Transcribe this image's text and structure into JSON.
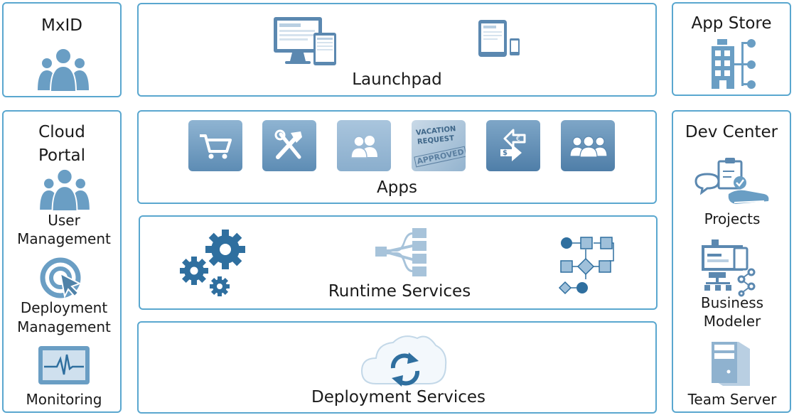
{
  "mxid": {
    "title": "MxID",
    "icon": "users-icon"
  },
  "launchpad": {
    "title": "Launchpad",
    "icons": [
      "desktop-devices-icon",
      "tablet-phone-icon"
    ]
  },
  "app_store": {
    "title": "App Store",
    "icon": "app-store-building-icon"
  },
  "cloud_portal": {
    "title_line1": "Cloud",
    "title_line2": "Portal",
    "items": [
      {
        "line1": "User",
        "line2": "Management",
        "icon": "users-icon"
      },
      {
        "line1": "Deployment",
        "line2": "Management",
        "icon": "target-cursor-icon"
      },
      {
        "line1": "Monitoring",
        "line2": "",
        "icon": "monitor-pulse-icon"
      }
    ]
  },
  "apps": {
    "title": "Apps",
    "tiles": [
      "cart-icon",
      "tools-icon",
      "contacts-icon",
      "vacation-request-icon",
      "currency-exchange-icon",
      "team-icon"
    ],
    "vacation_tile_text": [
      "VACATION",
      "REQUEST",
      "APPROVED"
    ]
  },
  "runtime": {
    "title": "Runtime Services",
    "icons": [
      "gears-icon",
      "tree-structure-icon",
      "process-flow-icon"
    ]
  },
  "deployment": {
    "title": "Deployment Services",
    "icon": "cloud-sync-icon"
  },
  "dev_center": {
    "title": "Dev Center",
    "items": [
      {
        "line1": "Projects",
        "line2": "",
        "icon": "projects-icon"
      },
      {
        "line1": "Business",
        "line2": "Modeler",
        "icon": "business-modeler-icon"
      },
      {
        "line1": "Team Server",
        "line2": "",
        "icon": "server-icon"
      }
    ]
  },
  "colors": {
    "border": "#5aa7cf",
    "icon_blue": "#6a9ec4",
    "dark_blue": "#2f6f9f"
  }
}
